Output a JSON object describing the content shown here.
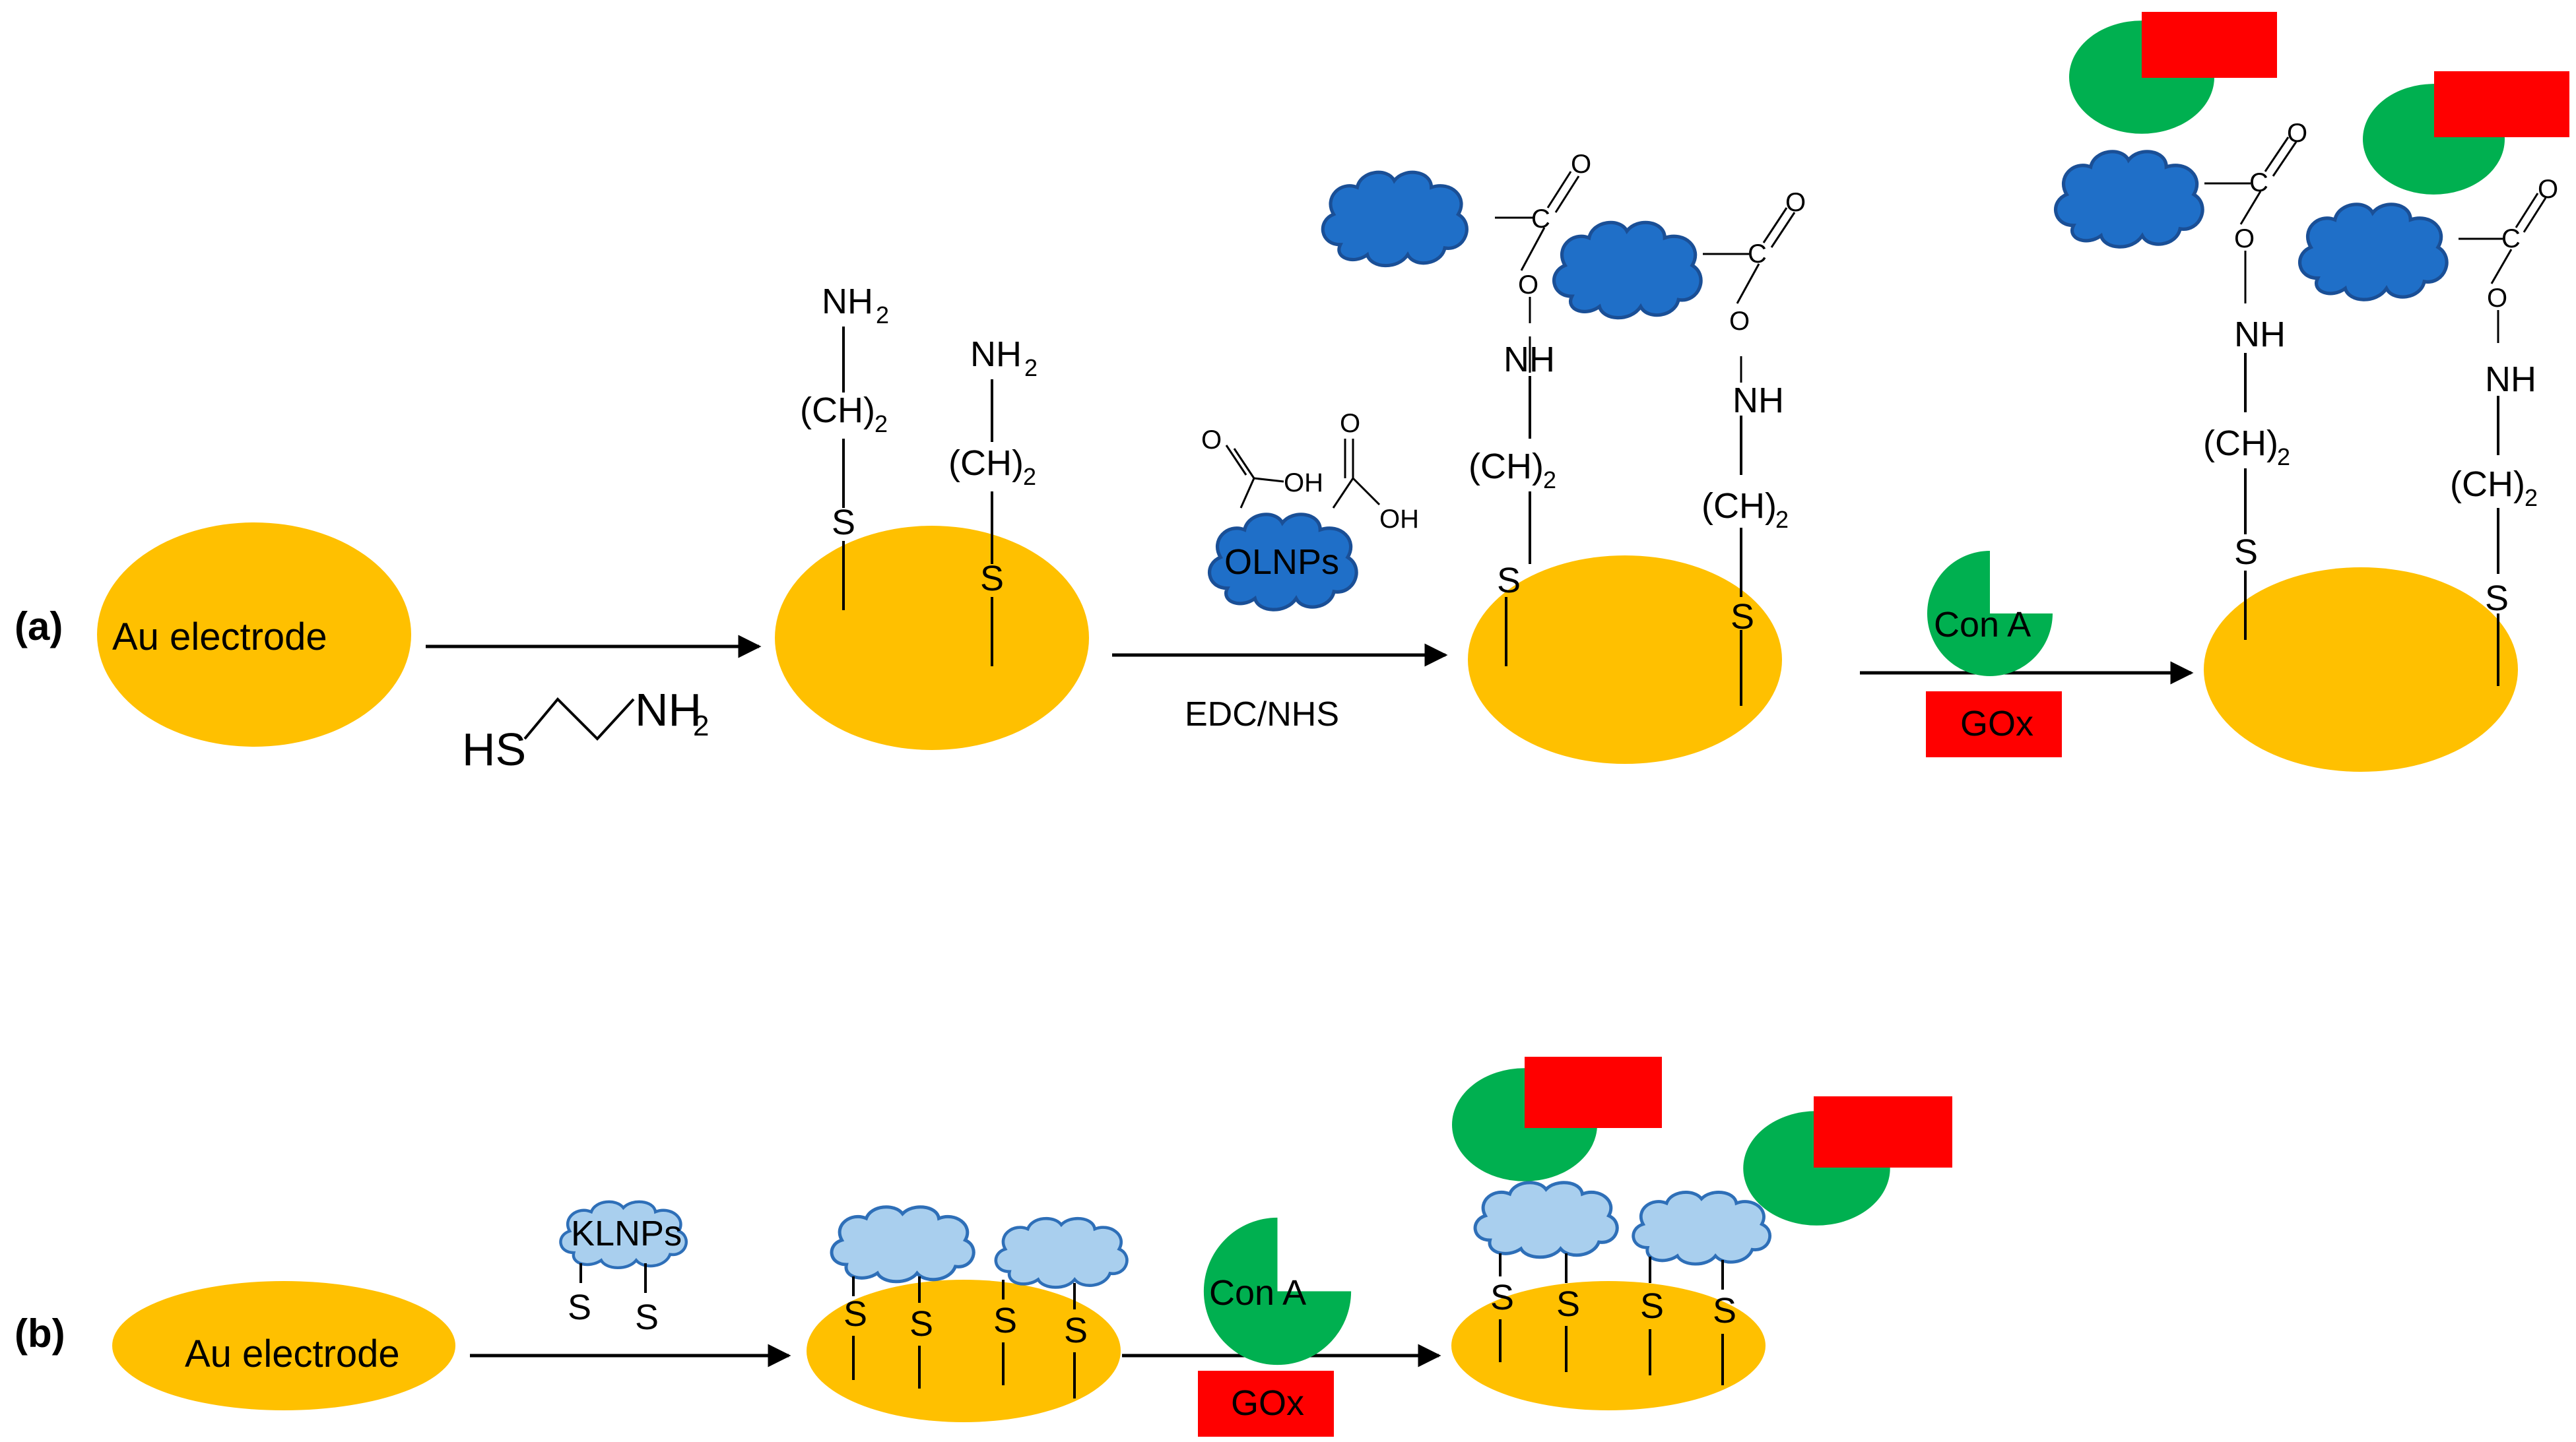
{
  "colors": {
    "gold": "#FFC000",
    "dark_blue_np": "#1F6FC8",
    "dark_blue_outline": "#1A4F96",
    "light_blue_np": "#A9CFEE",
    "light_blue_outline": "#2E6FB8",
    "con_a_green": "#00B050",
    "gox_red": "#FF0000",
    "arrow": "#000000"
  },
  "panel_a": {
    "label": "(a)",
    "electrode_label": "Au electrode",
    "reagent_1": "HS",
    "reagent_1b": "NH",
    "reagent_1b_sub": "2",
    "nh2": "NH",
    "nh2_sub": "2",
    "ch2": "(CH)",
    "ch2_sub": "2",
    "s": "S",
    "nh": "NH",
    "np_label": "OLNPs",
    "oh": "OH",
    "o": "O",
    "c": "C",
    "coupling_label": "EDC/NHS",
    "con_a_label": "Con A",
    "gox_label": "GOx"
  },
  "panel_b": {
    "label": "(b)",
    "electrode_label": "Au electrode",
    "np_label": "KLNPs",
    "s": "S",
    "con_a_label": "Con A",
    "gox_label": "GOx"
  }
}
